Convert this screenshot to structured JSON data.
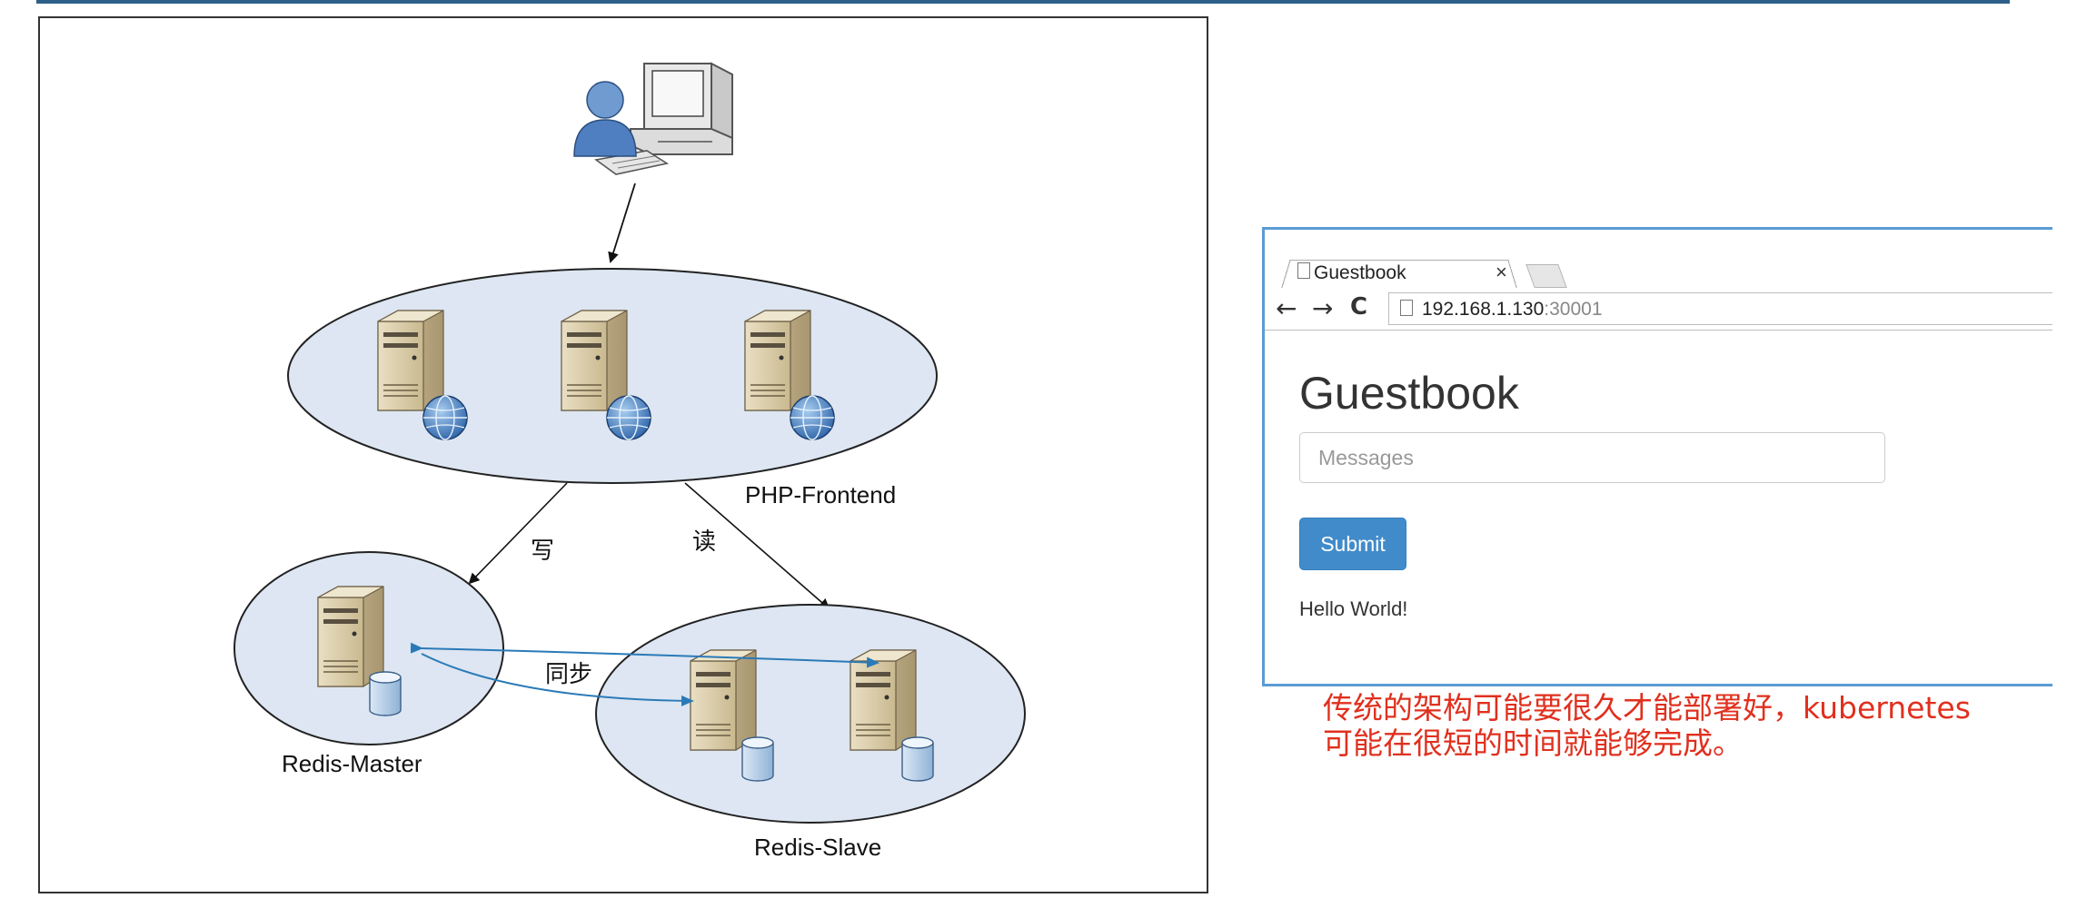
{
  "diagram": {
    "php_label": "PHP-Frontend",
    "master_label": "Redis-Master",
    "slave_label": "Redis-Slave",
    "write_label": "写",
    "read_label": "读",
    "sync_label": "同步"
  },
  "browser": {
    "tab_title": "Guestbook",
    "tab_close": "×",
    "url_host": "192.168.1.130",
    "url_port": ":30001",
    "back": "←",
    "forward": "→",
    "reload": "C"
  },
  "page": {
    "title": "Guestbook",
    "input_placeholder": "Messages",
    "submit_label": "Submit",
    "message": "Hello World!"
  },
  "caption": {
    "line1": "传统的架构可能要很久才能部署好，kubernetes",
    "line2": "可能在很短的时间就能够完成。"
  },
  "colors": {
    "caption": "#e0301e",
    "submit": "#428bca",
    "ellipse_fill": "#dde6f2",
    "sync_arrow": "#2a7ab8"
  }
}
